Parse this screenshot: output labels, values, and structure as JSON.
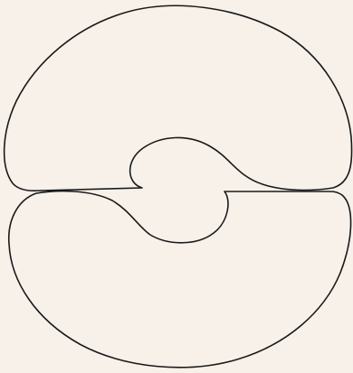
{
  "figure": {
    "background_color": "#f7f1ea",
    "stroke_color": "#1a1a1a",
    "shapes": [
      {
        "name": "upper-shape",
        "description_kind": "closed outline"
      },
      {
        "name": "lower-shape",
        "description_kind": "closed outline"
      }
    ]
  }
}
